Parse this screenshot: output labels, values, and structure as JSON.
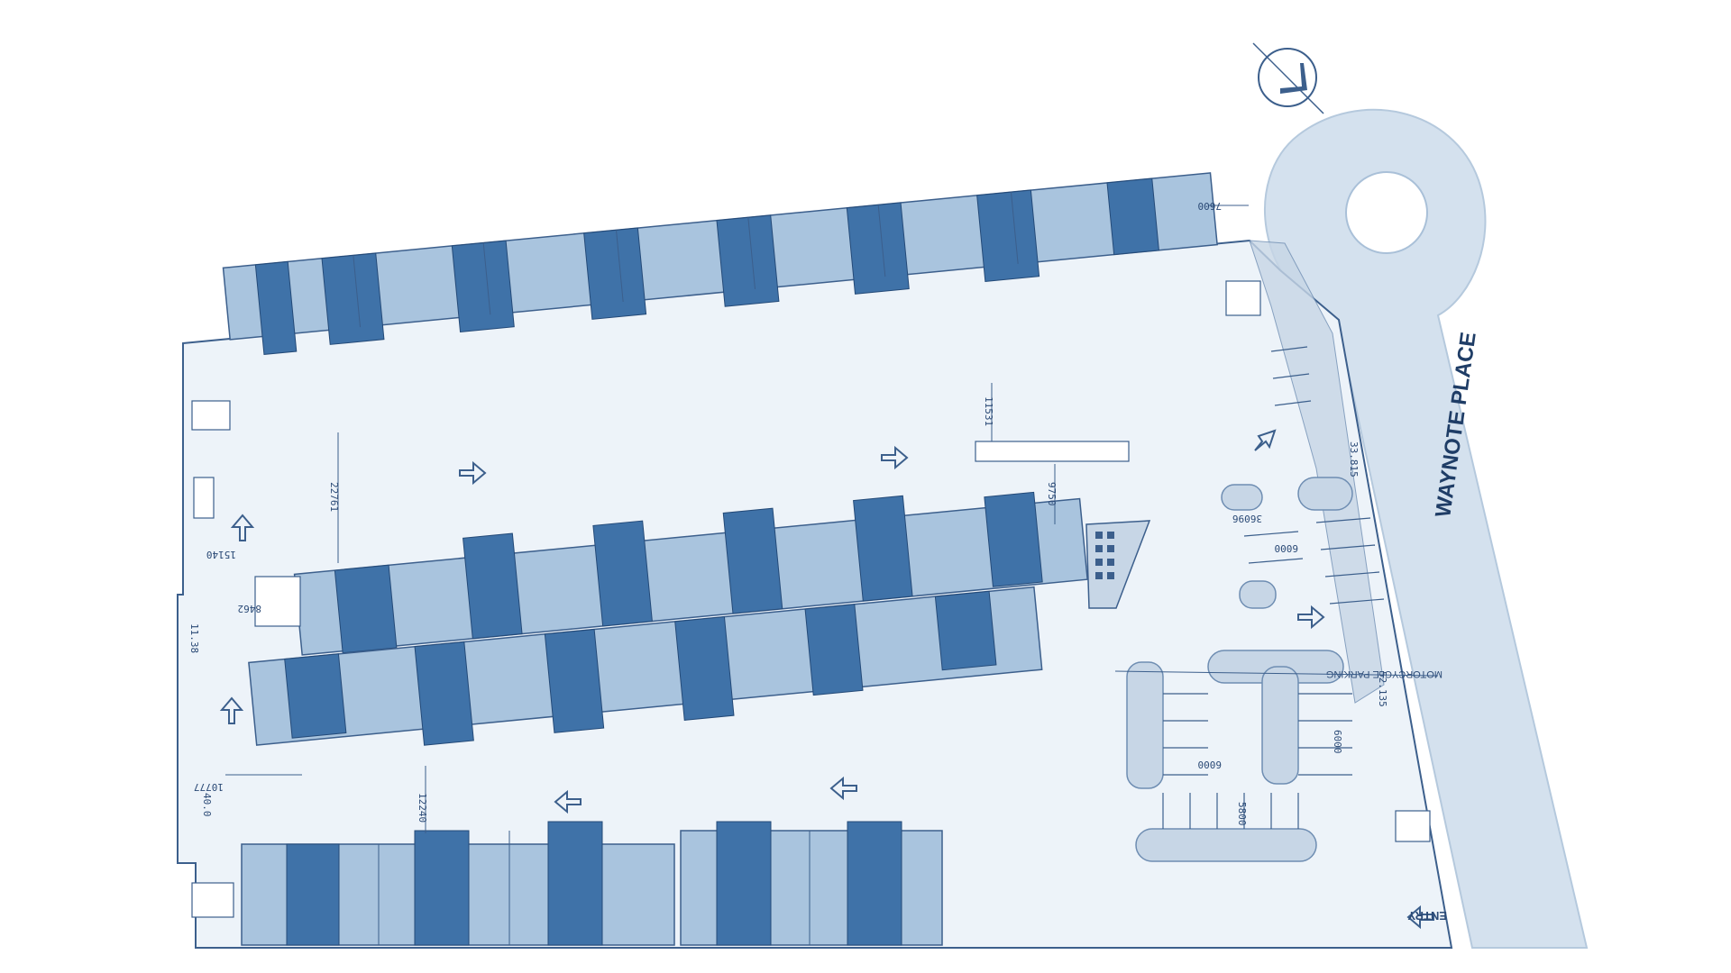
{
  "road": {
    "name": "WAYNOTE PLACE"
  },
  "labels": {
    "entry": "ENTRY",
    "motorcycle_parking": "MOTORCYCLE PARKING"
  },
  "dimensions": {
    "d7600": "7600",
    "d11531": "11531",
    "d22761": "22761",
    "d9750": "9750",
    "d8462": "8462",
    "d11_38": "11.38",
    "d10777": "10777",
    "d12240": "12240",
    "d40_0": "40.0",
    "d33_815": "33.815",
    "d36096": "36096",
    "d6000_a": "6000",
    "d6000_b": "6000",
    "d6000_c": "6000",
    "d5800": "5800",
    "d52_135": "52.135",
    "d15140": "15140"
  },
  "colors": {
    "background": "#ffffff",
    "site_fill": "#edf3f9",
    "outline": "#3c5f8c",
    "unit_light": "#a9c4de",
    "unit_dark": "#3f72a8",
    "road_fill": "#d4e1ee",
    "landscape": "#c7d6e6"
  },
  "icons": [
    "north-arrow-icon",
    "traffic-arrow-icon"
  ]
}
